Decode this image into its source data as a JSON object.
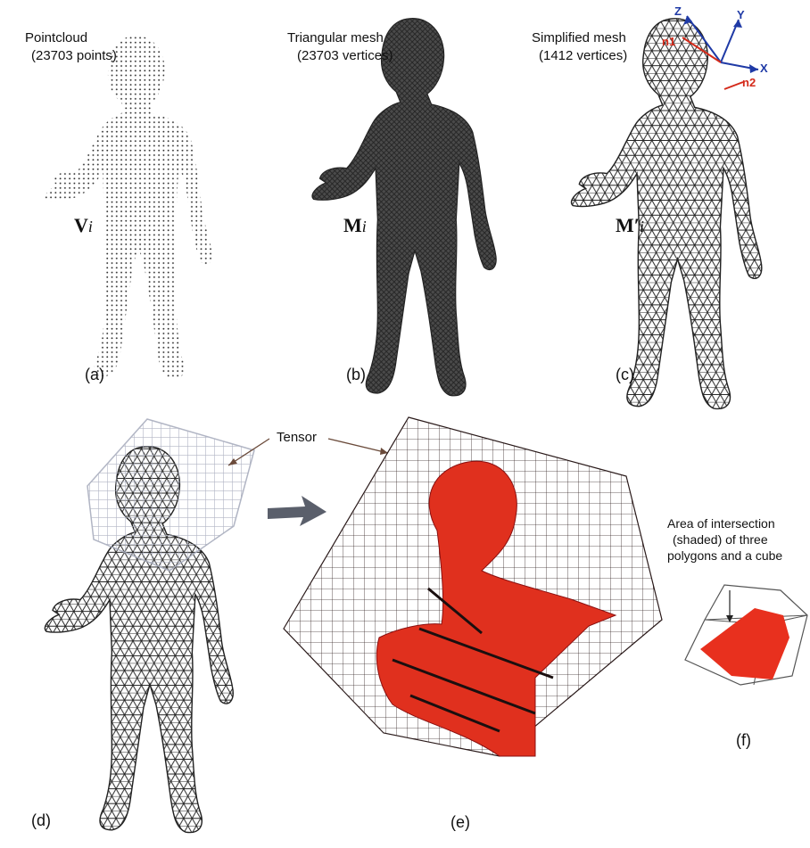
{
  "panel_a": {
    "title": "Pointcloud",
    "subtitle": "(23703 points)",
    "symbol": "V",
    "symbol_sub": "i",
    "caption": "(a)"
  },
  "panel_b": {
    "title": "Triangular mesh",
    "subtitle": "(23703 vertices)",
    "symbol": "M",
    "symbol_sub": "i",
    "caption": "(b)"
  },
  "panel_c": {
    "title": "Simplified mesh",
    "subtitle": "(1412 vertices)",
    "symbol": "M′",
    "symbol_sub": "i",
    "caption": "(c)",
    "axes": {
      "z": "Z",
      "y": "Y",
      "x": "X",
      "n1": "n1",
      "n2": "n2"
    }
  },
  "panel_d": {
    "caption": "(d)"
  },
  "panel_e": {
    "caption": "(e)",
    "tensor_label": "Tensor"
  },
  "panel_f": {
    "caption": "(f)",
    "note_line1": "Area of intersection",
    "note_line2": "(shaded) of three",
    "note_line3": "polygons and a cube"
  },
  "colors": {
    "mesh": "#222222",
    "red": "#e0301e",
    "axis_blue": "#1f3aa6",
    "axis_red": "#d42a1a",
    "grid_gray": "#a9aebe"
  }
}
